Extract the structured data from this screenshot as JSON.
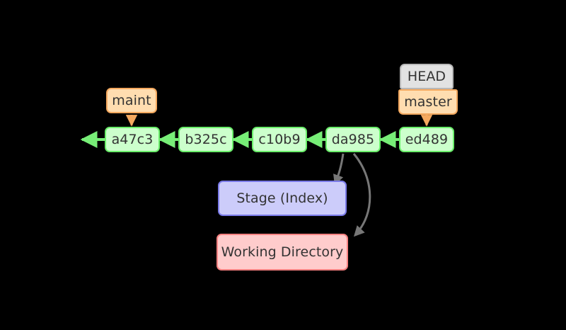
{
  "diagram": {
    "title": "Git commit graph with HEAD, branches, stage and working directory",
    "background": "#000000",
    "colors": {
      "commit_fill": "#ccffcc",
      "commit_border": "#6aee6a",
      "branch_fill": "#ffddb0",
      "branch_border": "#f5a95f",
      "head_fill": "#e2e2e2",
      "head_border": "#b8b8b8",
      "stage_fill": "#ccccfa",
      "stage_border": "#7a7ae8",
      "workdir_fill": "#ffcccc",
      "workdir_border": "#f98282",
      "commit_edge": "#77ee77",
      "branch_edge": "#f5a95f",
      "action_edge": "#777777",
      "text": "#333333"
    }
  },
  "commits": [
    {
      "id": "a47c3",
      "label": "a47c3"
    },
    {
      "id": "b325c",
      "label": "b325c"
    },
    {
      "id": "c10b9",
      "label": "c10b9"
    },
    {
      "id": "da985",
      "label": "da985"
    },
    {
      "id": "ed489",
      "label": "ed489"
    }
  ],
  "refs": {
    "maint": {
      "label": "maint",
      "points_to": "a47c3"
    },
    "master": {
      "label": "master",
      "points_to": "ed489"
    },
    "head": {
      "label": "HEAD",
      "points_to": "master"
    }
  },
  "areas": {
    "stage": {
      "label": "Stage (Index)"
    },
    "working_directory": {
      "label": "Working Directory"
    }
  },
  "edges": [
    {
      "from": "a47c3",
      "to": "history",
      "kind": "parent"
    },
    {
      "from": "b325c",
      "to": "a47c3",
      "kind": "parent"
    },
    {
      "from": "c10b9",
      "to": "b325c",
      "kind": "parent"
    },
    {
      "from": "da985",
      "to": "c10b9",
      "kind": "parent"
    },
    {
      "from": "ed489",
      "to": "da985",
      "kind": "parent"
    },
    {
      "from": "maint",
      "to": "a47c3",
      "kind": "ref"
    },
    {
      "from": "master",
      "to": "ed489",
      "kind": "ref"
    },
    {
      "from": "da985",
      "to": "stage",
      "kind": "action"
    },
    {
      "from": "da985",
      "to": "working_directory",
      "kind": "action"
    }
  ]
}
